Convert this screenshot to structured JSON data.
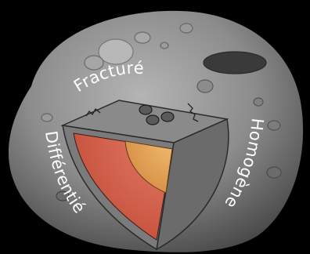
{
  "labels": {
    "top": "Fracturé",
    "left": "Différentié",
    "right": "Homogène"
  },
  "colors": {
    "background": "#000000",
    "asteroid_light": "#9e9e9e",
    "asteroid_dark": "#4a4a4a",
    "cube_top": "#8a8a8a",
    "cube_right": "#6b6b6b",
    "cube_left_rim": "#7a7a7a",
    "crust": "#7b7b7b",
    "mantle": "#d9654f",
    "core": "#e8a85a",
    "fragment": "#5a5a5a"
  },
  "fragments_shown": 3
}
